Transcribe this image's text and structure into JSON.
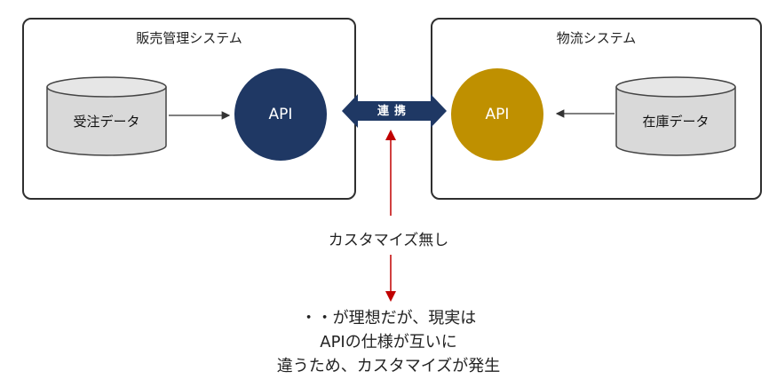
{
  "sales_system": {
    "title": "販売管理システム",
    "database_label": "受注データ",
    "api_label": "API",
    "api_color": "#1f3864"
  },
  "logistics_system": {
    "title": "物流システム",
    "database_label": "在庫データ",
    "api_label": "API",
    "api_color": "#bf9000"
  },
  "linkage": {
    "label": "連携",
    "color": "#1f3864"
  },
  "annotation": {
    "middle_text": "カスタマイズ無し",
    "bottom_lines": [
      "・・が理想だが、現実は",
      "APIの仕様が互いに",
      "違うため、カスタマイズが発生"
    ],
    "arrow_color": "#c00000"
  }
}
